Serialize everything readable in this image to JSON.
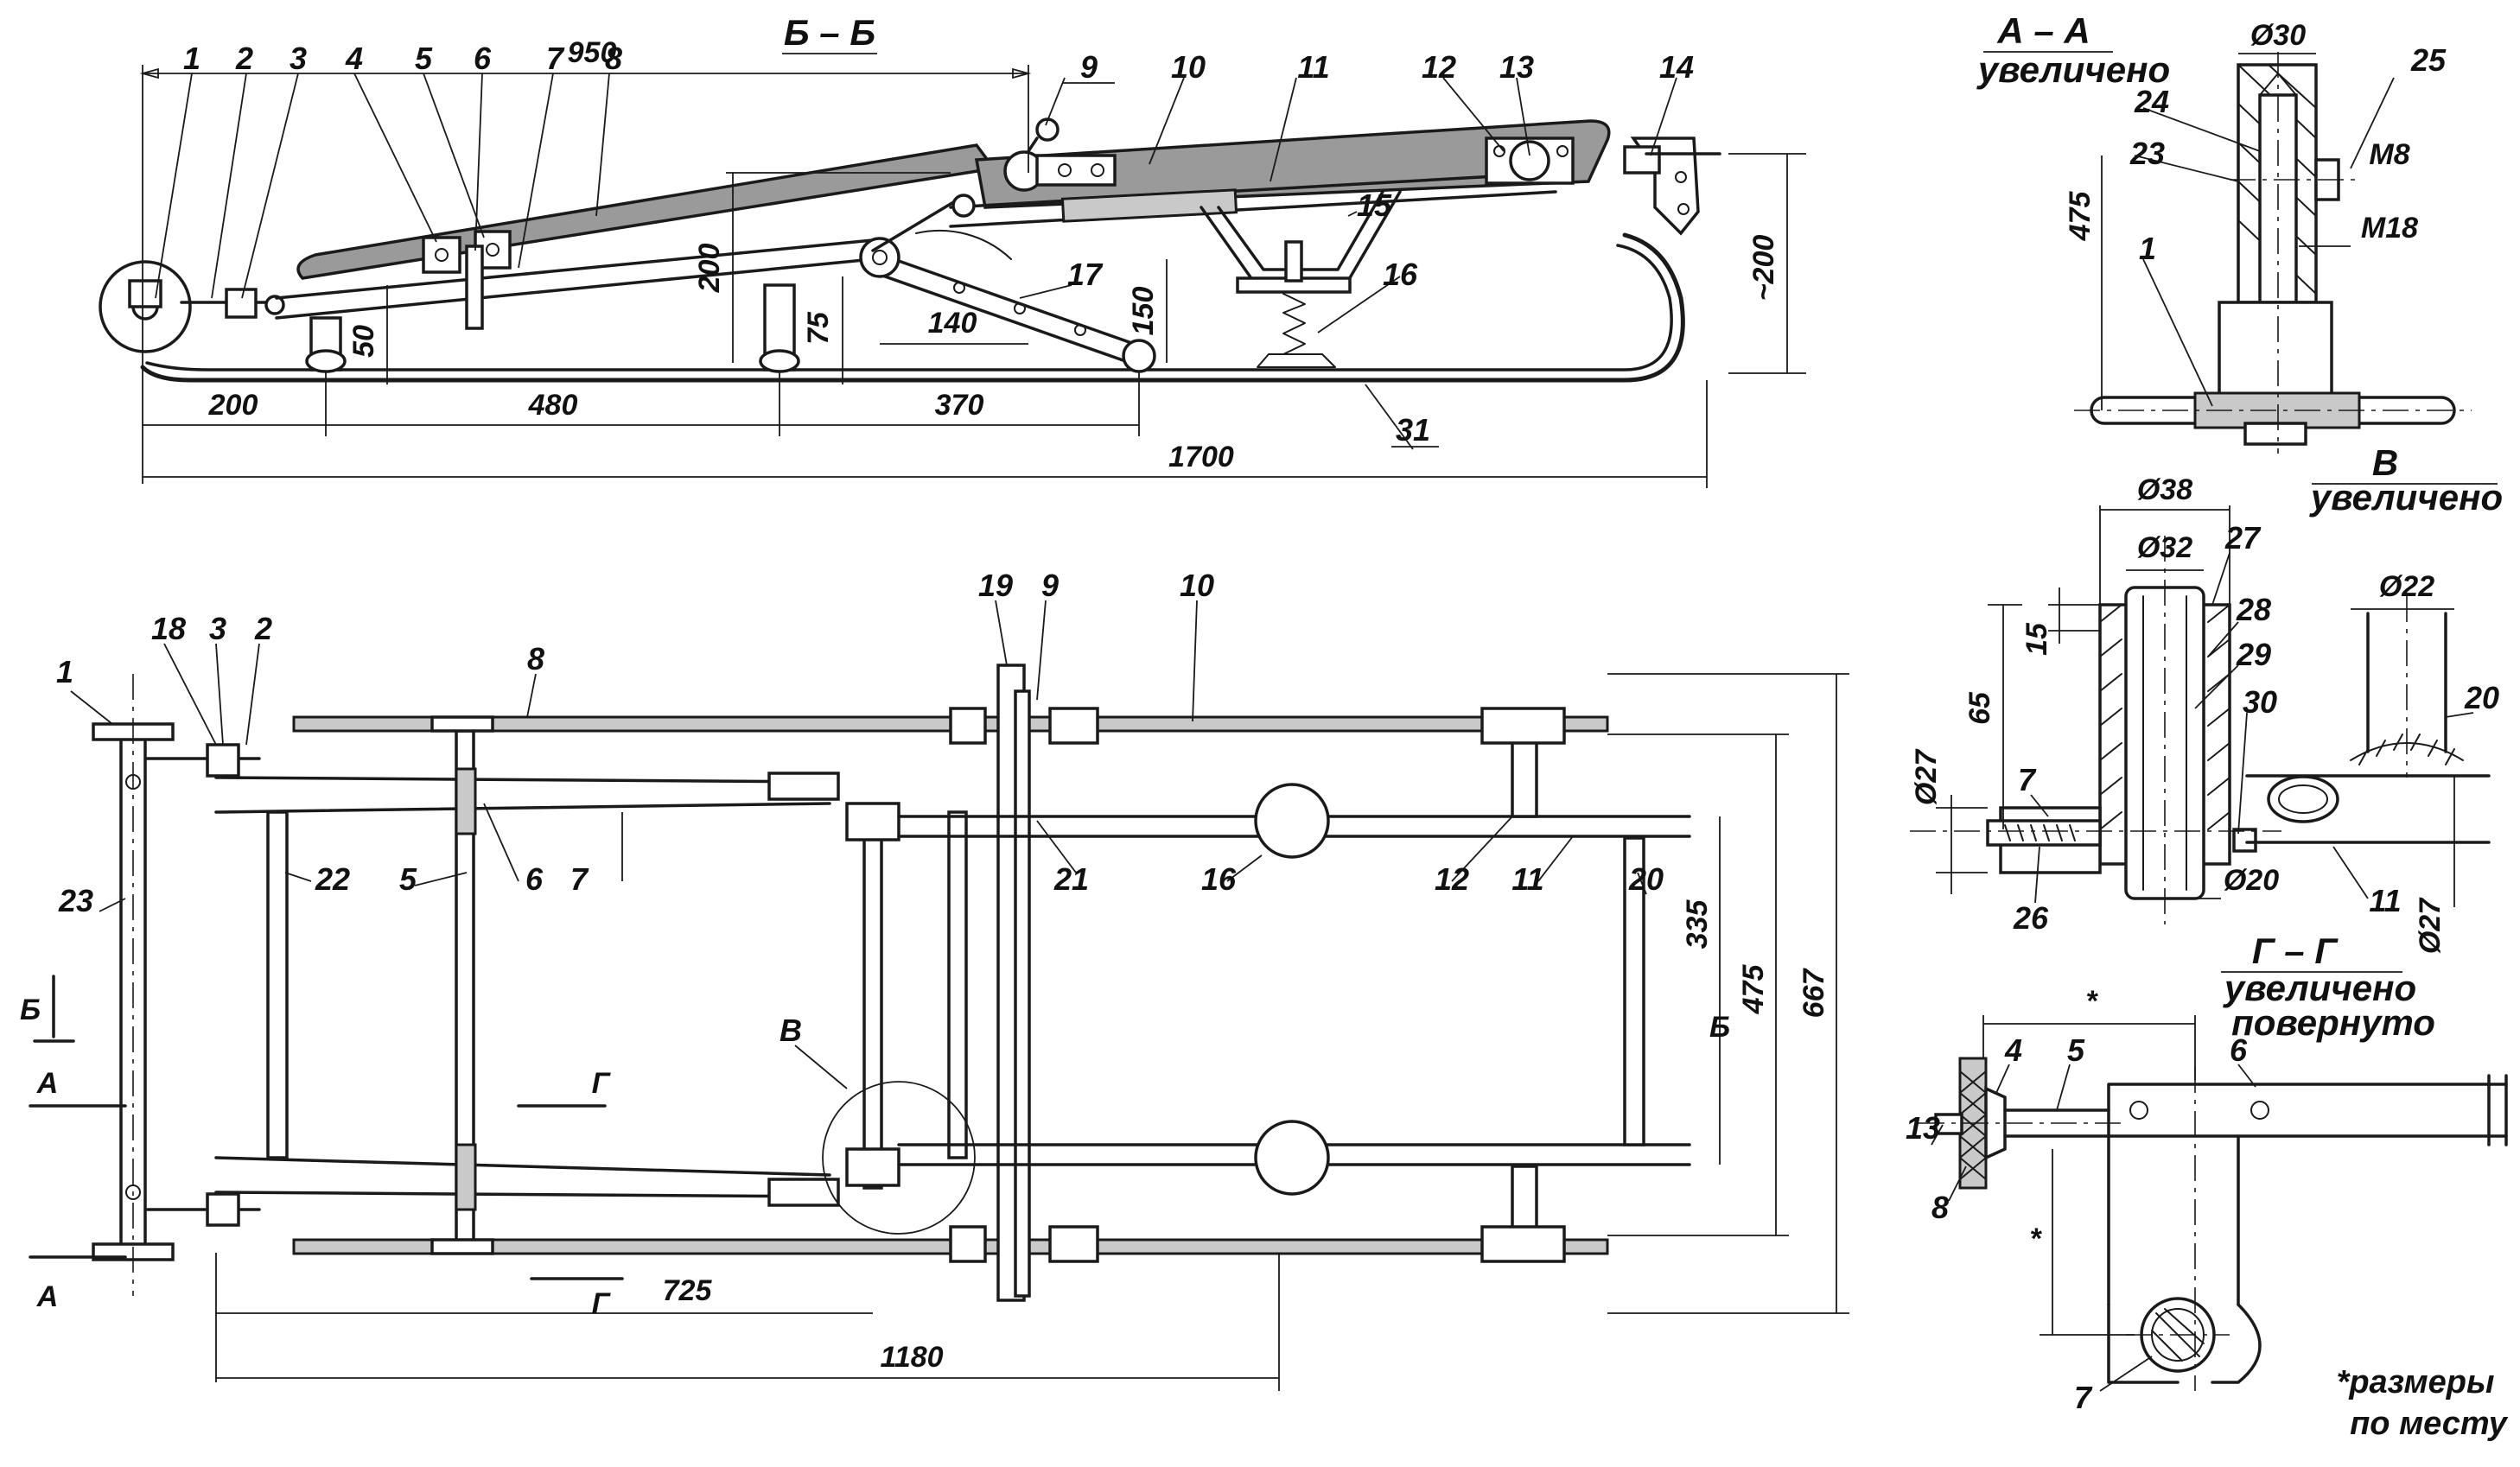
{
  "side_view": {
    "section_title": "Б – Б",
    "dims": {
      "d950": "950",
      "d200": "200",
      "d50": "50",
      "d75": "75",
      "d140": "140",
      "d150": "150",
      "d200b": "200",
      "d480": "480",
      "d370": "370",
      "d1700": "1700",
      "d_approx200": "~200"
    },
    "labels": [
      "1",
      "2",
      "3",
      "4",
      "5",
      "6",
      "7",
      "8",
      "9",
      "10",
      "11",
      "12",
      "13",
      "14",
      "15",
      "16",
      "17",
      "31"
    ]
  },
  "plan_view": {
    "dims": {
      "d725": "725",
      "d1180": "1180",
      "d335": "335",
      "d475": "475",
      "d667": "667"
    },
    "labels": [
      "1",
      "18",
      "3",
      "2",
      "8",
      "19",
      "9",
      "10",
      "23",
      "22",
      "5",
      "6",
      "7",
      "21",
      "16",
      "12",
      "11",
      "20",
      "В"
    ],
    "section_marks": {
      "A": "А",
      "B": "Б",
      "G": "Г"
    }
  },
  "detail_a": {
    "title": "А – А",
    "subtitle": "увеличено",
    "dims": {
      "d30": "Ø30",
      "d475": "475",
      "m8": "М8",
      "m18": "М18"
    },
    "labels": [
      "25",
      "24",
      "23",
      "1"
    ]
  },
  "detail_v": {
    "title": "В",
    "subtitle": "увеличено",
    "dims": {
      "d38": "Ø38",
      "d32": "Ø32",
      "d22": "Ø22",
      "d15": "15",
      "d65": "65",
      "d27a": "Ø27",
      "d20": "Ø20",
      "d27b": "Ø27"
    },
    "labels": [
      "27",
      "28",
      "29",
      "30",
      "20",
      "7",
      "26",
      "11"
    ]
  },
  "detail_g": {
    "title": "Г – Г",
    "subtitle1": "увеличено",
    "subtitle2": "повернуто",
    "star": "*",
    "labels": [
      "4",
      "5",
      "6",
      "13",
      "8",
      "7"
    ],
    "note1": "*размеры",
    "note2": "по месту"
  },
  "colors": {
    "ink": "#1a1a1a",
    "fill_dark": "#9a9a9a",
    "fill_light": "#c9c9c9",
    "paper": "#ffffff"
  }
}
